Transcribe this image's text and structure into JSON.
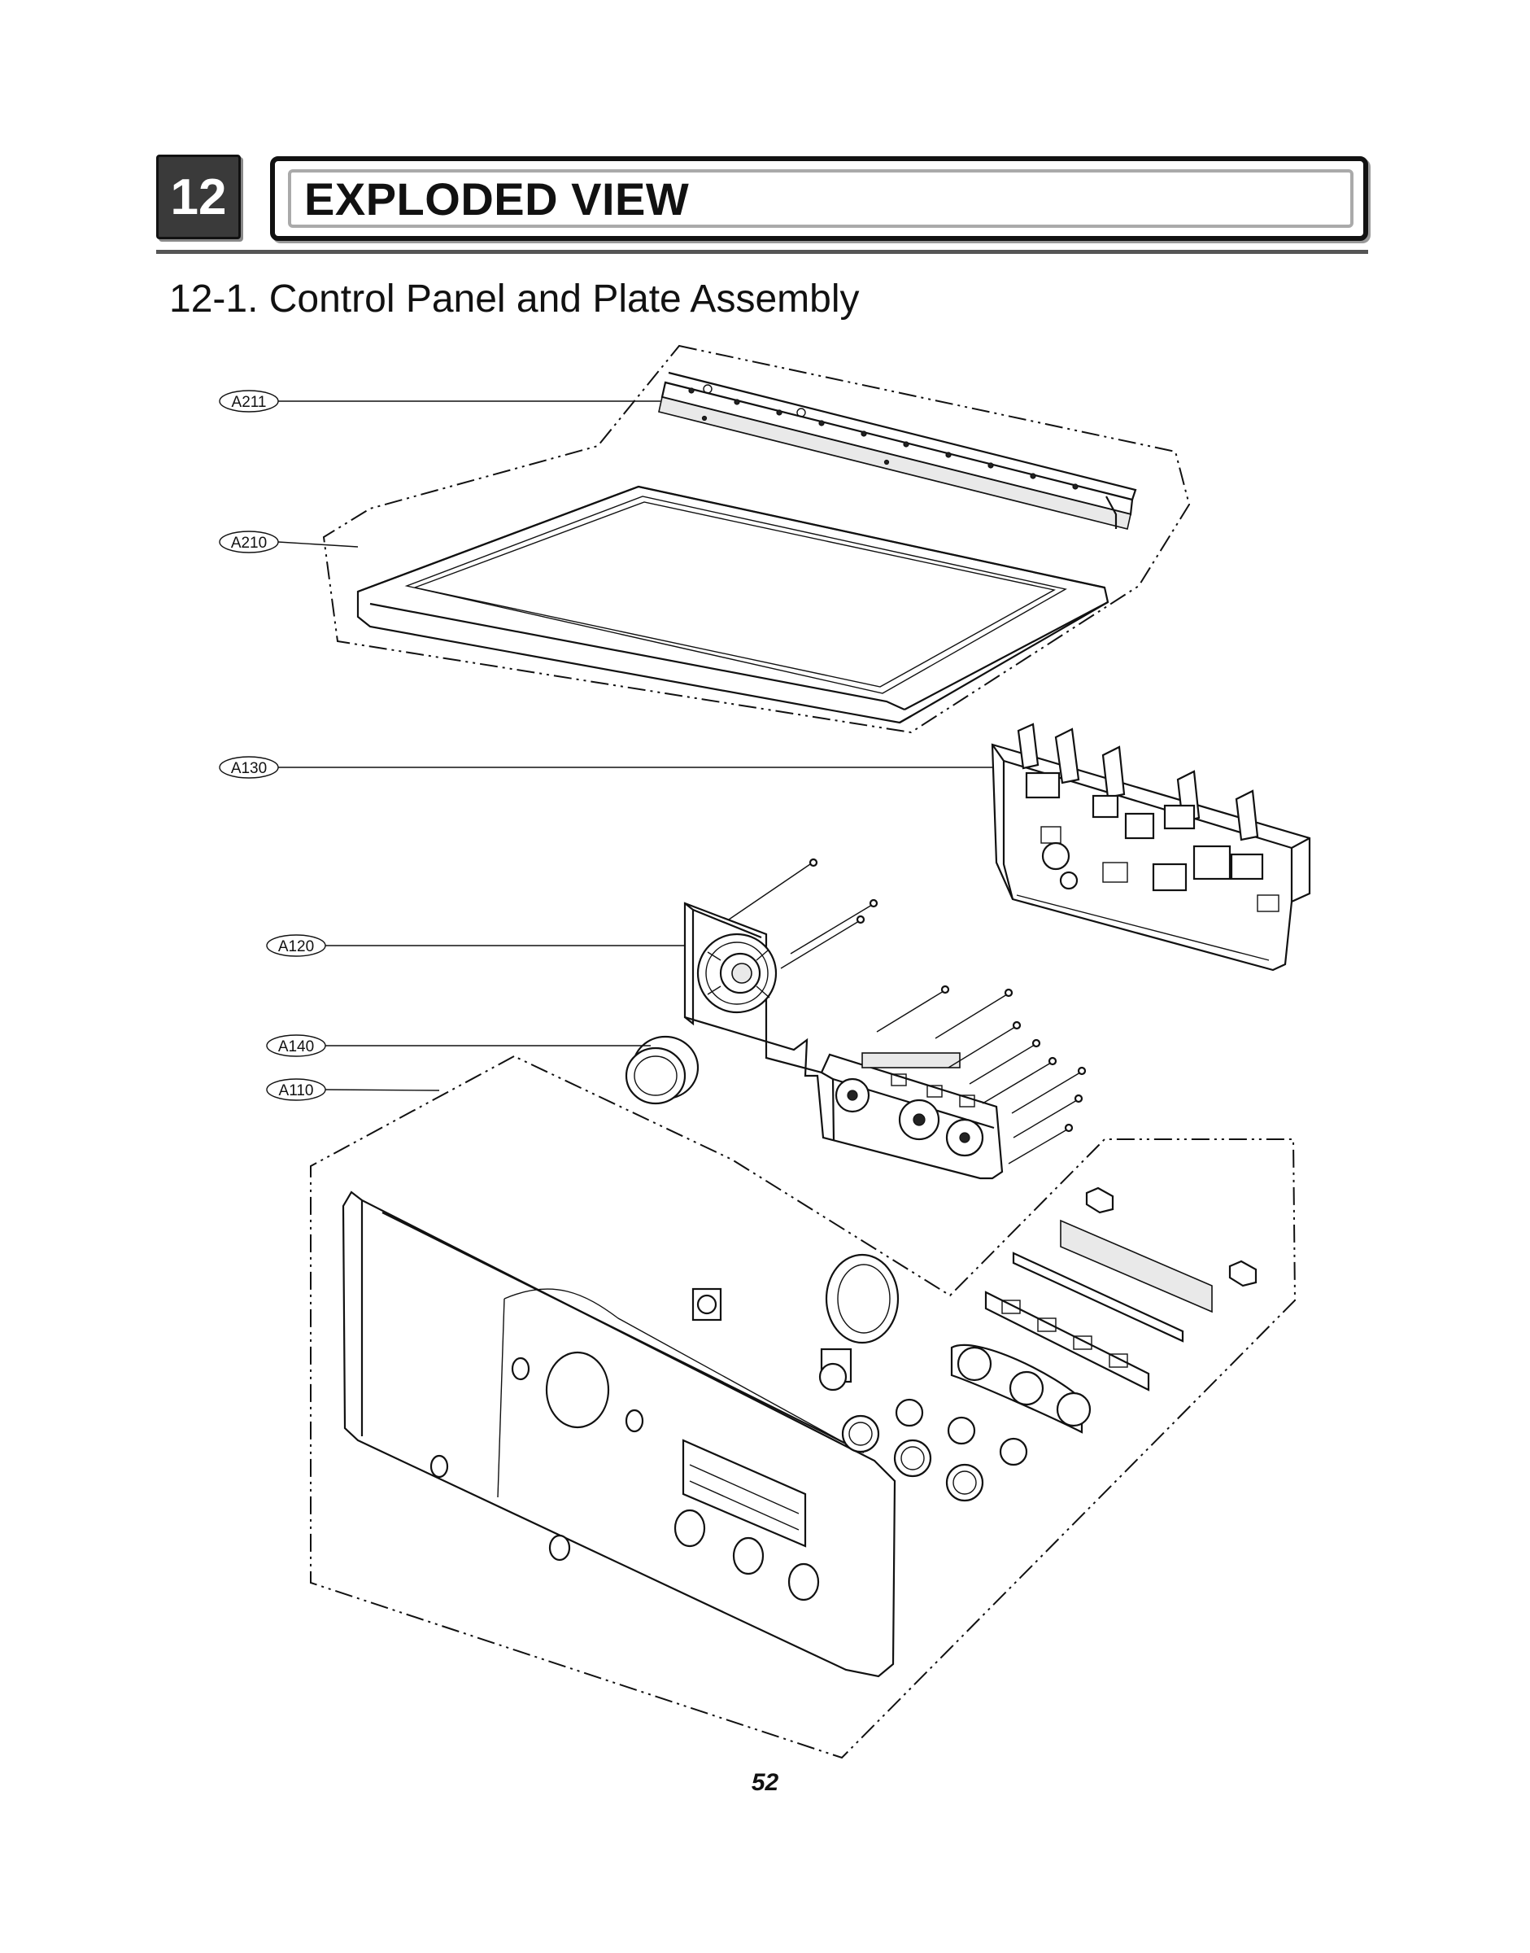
{
  "header": {
    "chapter_number": "12",
    "chapter_title": "EXPLODED VIEW"
  },
  "section": {
    "title": "12-1. Control Panel and Plate Assembly"
  },
  "diagram": {
    "callouts": [
      {
        "id": "A211",
        "label": "A211"
      },
      {
        "id": "A210",
        "label": "A210"
      },
      {
        "id": "A130",
        "label": "A130"
      },
      {
        "id": "A120",
        "label": "A120"
      },
      {
        "id": "A140",
        "label": "A140"
      },
      {
        "id": "A110",
        "label": "A110"
      }
    ]
  },
  "footer": {
    "page_number": "52"
  }
}
